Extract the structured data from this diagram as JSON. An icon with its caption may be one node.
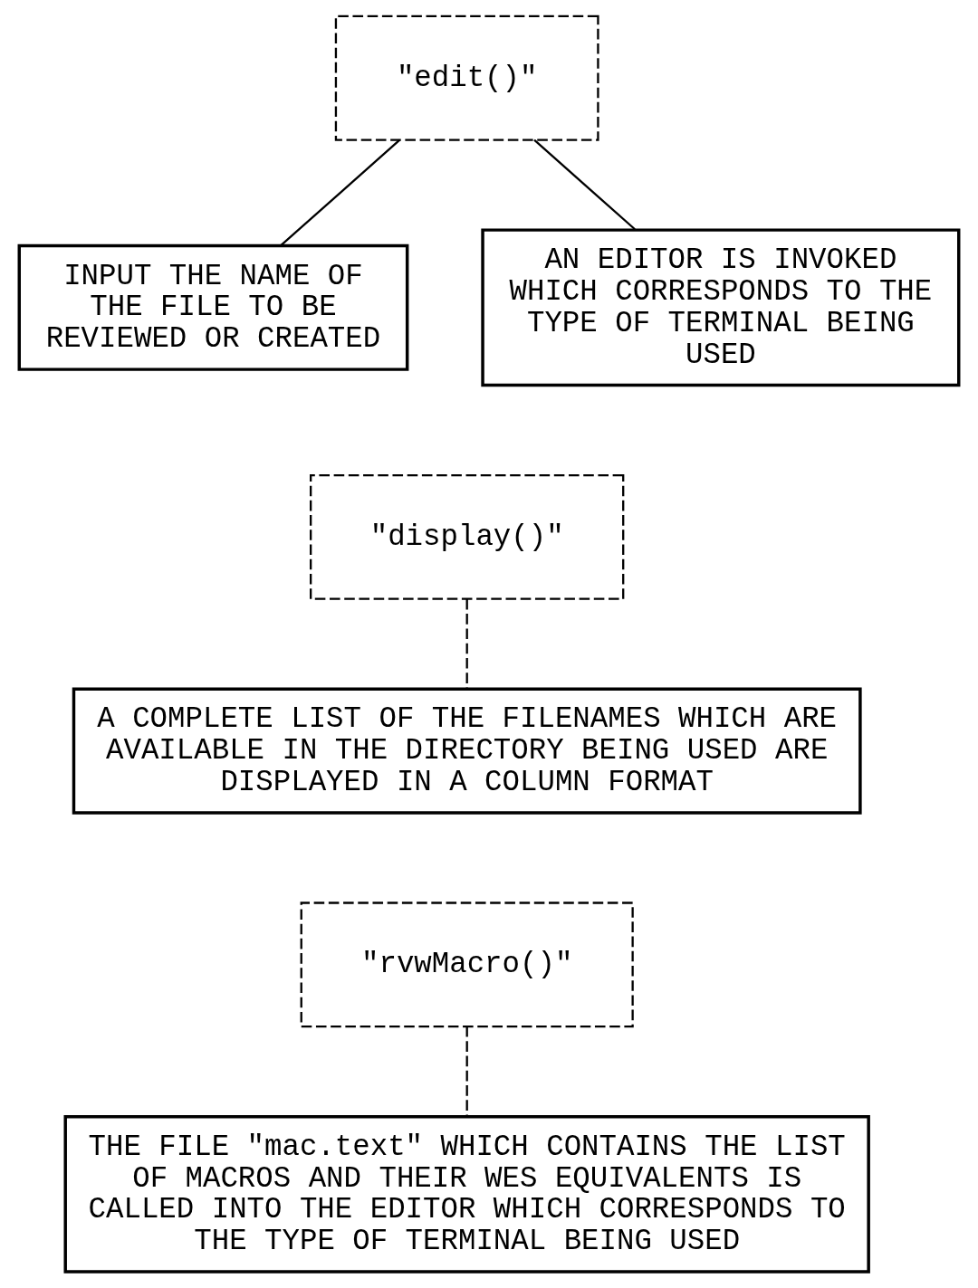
{
  "diagram": {
    "nodes": [
      {
        "text": [
          "\"edit()\""
        ]
      },
      {
        "text": [
          "INPUT THE NAME OF THE FILE TO BE REVIEWED OR CREATED"
        ]
      },
      {
        "text": [
          "AN EDITOR IS INVOKED WHICH CORRESPONDS TO THE TYPE OF TERMINAL BEING USED"
        ]
      },
      {
        "text": [
          "\"display()\""
        ]
      },
      {
        "text": [
          "A COMPLETE LIST OF THE FILENAMES WHICH ARE AVAILABLE IN THE DIRECTORY BEING USED ARE DISPLAYED IN A COLUMN FORMAT"
        ]
      },
      {
        "text": [
          "\"rvwMacro()\""
        ]
      },
      {
        "text": [
          "THE FILE \"mac.text\" WHICH CONTAINS THE LIST OF MACROS AND THEIR WES EQUIVALENTS IS CALLED INTO THE EDITOR WHICH CORRESPONDS TO THE TYPE OF TERMINAL BEING USED"
        ]
      }
    ],
    "edges": [
      {
        "from": 0,
        "to": 1,
        "arrow": "none"
      },
      {
        "from": 0,
        "to": 2,
        "arrow": "none"
      },
      {
        "from": 3,
        "to": 4,
        "arrow": "none",
        "style": "dashed"
      },
      {
        "from": 5,
        "to": 6,
        "arrow": "none",
        "style": "dashed"
      }
    ]
  }
}
